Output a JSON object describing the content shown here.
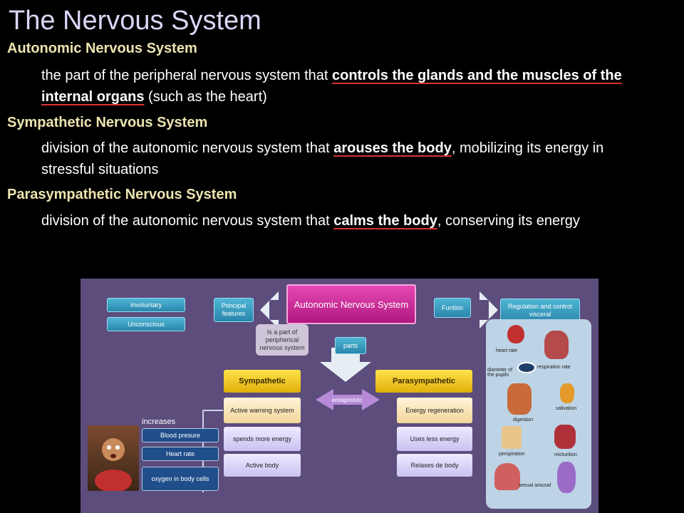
{
  "slide": {
    "title": "The Nervous System",
    "sections": [
      {
        "heading": "Autonomic Nervous System",
        "bullet_glyph": "",
        "text_before": "the part of the peripheral nervous system that ",
        "text_emph": "controls the glands and the muscles of the internal organs",
        "text_after": " (such as the heart)"
      },
      {
        "heading": "Sympathetic Nervous System",
        "bullet_glyph": "",
        "text_before": "division of the autonomic nervous system that ",
        "text_emph": "arouses the body",
        "text_after": ", mobilizing its energy in stressful situations"
      },
      {
        "heading": "Parasympathetic Nervous System",
        "bullet_glyph": "",
        "text_before": "division of the autonomic nervous system that ",
        "text_emph": "calms the body",
        "text_after": ", conserving its energy"
      }
    ]
  },
  "diagram": {
    "center": "Autonomic Nervous System",
    "principal_features": "Principal features",
    "involuntary": "Involuntary",
    "unconscious": "Unconscious",
    "part_of": "Is a part of peripherical nervous system",
    "function": "Funtion",
    "regulation": "Regulation and control visceral",
    "parts": "parts",
    "sympathetic": "Sympathetic",
    "parasympathetic": "Parasympathetic",
    "antagonistic": "antagonistic",
    "increases": "increases",
    "symp_items": [
      "Active warning system",
      "spends more energy",
      "Active body"
    ],
    "para_items": [
      "Energy regeneration",
      "Uses less energy",
      "Relaxes de body"
    ],
    "increase_items": [
      "Blood presure",
      "Heart rate",
      "oxygen in body cells"
    ],
    "organs": [
      "heart rate",
      "respiration rate",
      "diameter of the pupils",
      "digestion",
      "salivation",
      "perspiration",
      "micturition",
      "sexual arousal"
    ],
    "colors": {
      "background": "#5c4d7d",
      "accent": "#c0208e",
      "panel": "#bcd4e6"
    }
  }
}
